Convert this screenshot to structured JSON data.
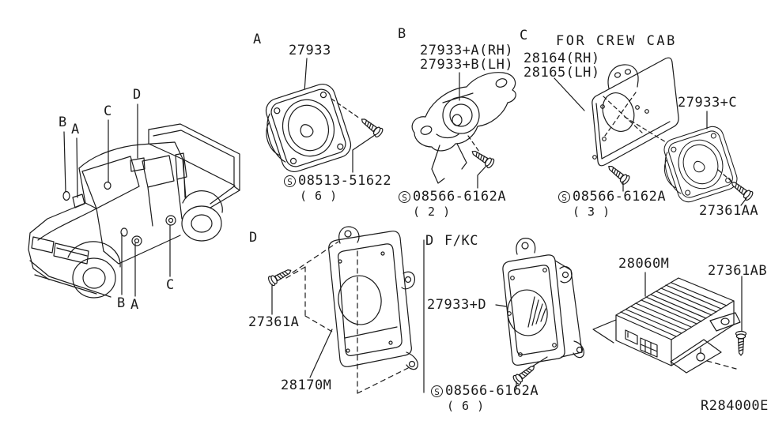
{
  "page": {
    "ref_code": "R284000E",
    "background": "#ffffff",
    "line_color": "#1b1b1b"
  },
  "truck": {
    "callouts_top": [
      "B",
      "A",
      "C",
      "D"
    ],
    "callouts_bottom": [
      "B",
      "A",
      "C"
    ]
  },
  "sections": {
    "a": {
      "label": "A",
      "speaker_part": "27933",
      "screw_symbol": "S",
      "screw_code": "08513-51622",
      "screw_qty": "( 6 )"
    },
    "b": {
      "label": "B",
      "part_rh": "27933+A(RH)",
      "part_lh": "27933+B(LH)",
      "screw_symbol": "S",
      "screw_code": "08566-6162A",
      "screw_qty": "( 2 )"
    },
    "c": {
      "label": "C",
      "note": "FOR CREW CAB",
      "bracket_rh": "28164(RH)",
      "bracket_lh": "28165(LH)",
      "speaker_part": "27933+C",
      "screw_symbol": "S",
      "screw_code": "08566-6162A",
      "screw_qty": "( 3 )",
      "screw_part": "27361AA"
    },
    "d": {
      "label": "D",
      "screw_part": "27361A",
      "box_part": "28170M"
    },
    "d_fkc": {
      "label": "D",
      "variant": "F/KC",
      "speaker_part": "27933+D",
      "screw_symbol": "S",
      "screw_code": "08566-6162A",
      "screw_qty": "( 6 )"
    },
    "amp": {
      "part": "28060M",
      "screw_part": "27361AB"
    }
  }
}
